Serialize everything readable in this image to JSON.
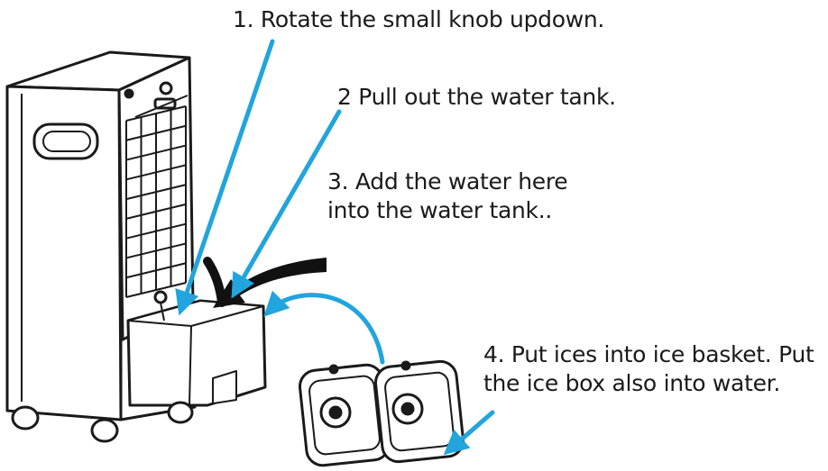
{
  "steps": [
    {
      "lines": [
        "1. Rotate the small knob updown."
      ]
    },
    {
      "lines": [
        "2 Pull out the water tank."
      ]
    },
    {
      "lines": [
        "3. Add the water here",
        "into the water tank.."
      ]
    },
    {
      "lines": [
        "4. Put ices into ice basket. Put",
        "the ice box also into water."
      ]
    }
  ],
  "colors": {
    "arrow": "#22a4dc",
    "line": "#1a1a1a",
    "fill": "#ffffff"
  },
  "icons": [
    "air-cooler-illustration",
    "ice-box-illustration"
  ]
}
